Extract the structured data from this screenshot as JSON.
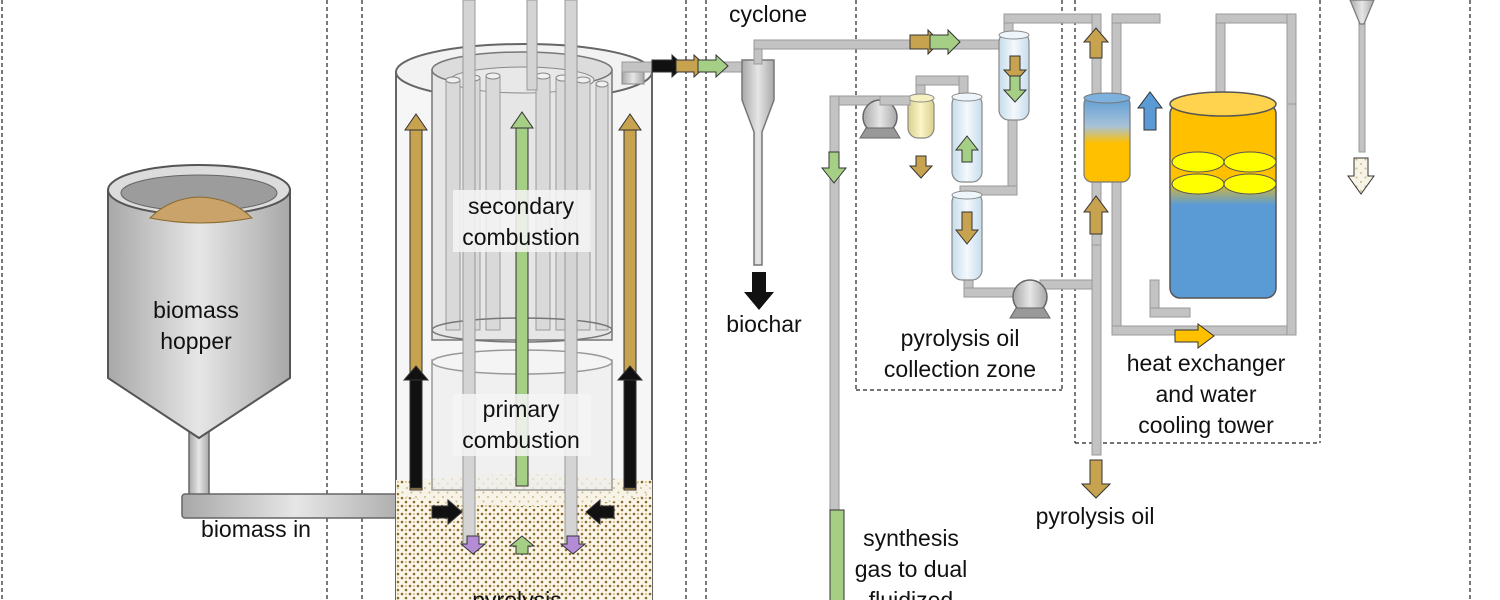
{
  "labels": {
    "cyclone": "cyclone",
    "biochar": "biochar",
    "biomass_hopper": [
      "biomass",
      "hopper"
    ],
    "biomass_in": "biomass in",
    "secondary_combustion": [
      "secondary",
      "combustion"
    ],
    "primary_combustion": [
      "primary",
      "combustion"
    ],
    "pyrolysis": "pyrolysis",
    "pyrolysis_oil_collection_zone": [
      "pyrolysis oil",
      "collection zone"
    ],
    "heat_exchanger": [
      "heat exchanger",
      "and water",
      "cooling tower"
    ],
    "pyrolysis_oil": "pyrolysis oil",
    "synthesis_gas": [
      "synthesis",
      "gas to dual",
      "fluidized"
    ]
  },
  "colors": {
    "pipe": "#c3c3c3",
    "pipe_edge": "#9a9a9a",
    "biomass": "#c9a36a",
    "oil_arrow": "#c7a24f",
    "gas_arrow": "#a6cf86",
    "purple_arrow": "#b48cd6",
    "blue_arrow": "#5b9bd5",
    "orange_arrow": "#ffc000",
    "water_blue": "#5b9bd5",
    "water_orange": "#ffc000",
    "fan_yellow": "#ffff00"
  }
}
